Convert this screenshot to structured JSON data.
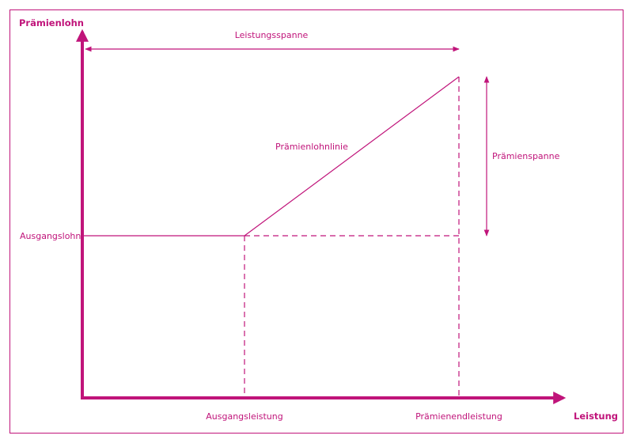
{
  "labels": {
    "y_axis": "Prämienlohn",
    "x_axis": "Leistung",
    "leistungsspanne": "Leistungsspanne",
    "praemienspanne": "Prämienspanne",
    "praemienlohnlinie": "Prämienlohnlinie",
    "ausgangslohn": "Ausgangslohn",
    "ausgangsleistung": "Ausgangsleistung",
    "praemienendleistung": "Prämienendleistung"
  },
  "colors": {
    "accent": "#c0147a",
    "text": "#c0147a",
    "frame": "#c0147a"
  }
}
